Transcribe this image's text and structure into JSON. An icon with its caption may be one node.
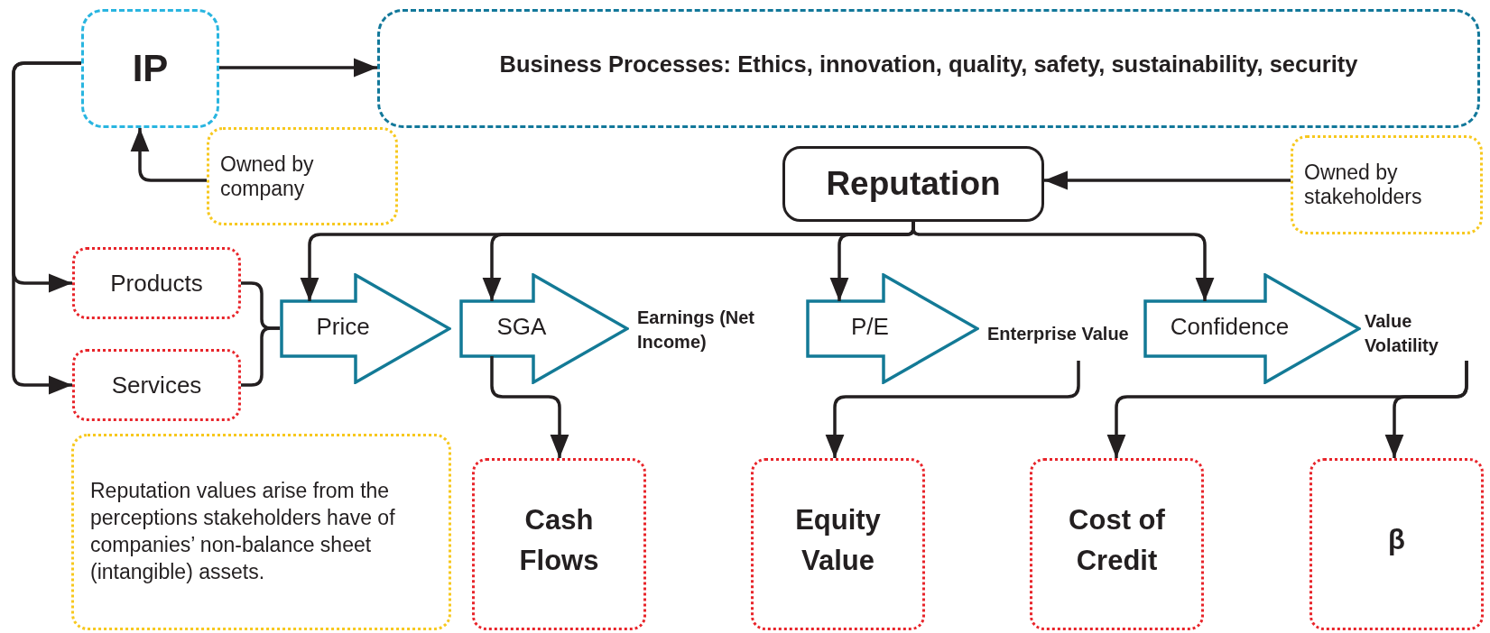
{
  "diagram": {
    "nodes": [
      {
        "text": [
          "IP"
        ]
      },
      {
        "text": [
          "Business Processes: Ethics, innovation, quality, safety, sustainability, security"
        ]
      },
      {
        "text": [
          "Owned by company"
        ]
      },
      {
        "text": [
          "Reputation"
        ]
      },
      {
        "text": [
          "Owned by stakeholders"
        ]
      },
      {
        "text": [
          "Products"
        ]
      },
      {
        "text": [
          "Services"
        ]
      },
      {
        "text": [
          "Price"
        ]
      },
      {
        "text": [
          "SGA"
        ],
        "beside": [
          "Earnings (Net Income)"
        ]
      },
      {
        "text": [
          "P/E"
        ]
      },
      {
        "text": [
          "Enterprise Value"
        ]
      },
      {
        "text": [
          "Confidence"
        ]
      },
      {
        "text": [
          "Value Volatility"
        ]
      },
      {
        "text": [
          "Reputation values arise from the perceptions stakeholders have of companies’ non-balance sheet (intangible) assets."
        ]
      },
      {
        "text": [
          "Cash Flows"
        ]
      },
      {
        "text": [
          "Equity Value"
        ]
      },
      {
        "text": [
          "Cost of Credit"
        ]
      },
      {
        "text": [
          "β"
        ]
      }
    ],
    "edges": [
      {
        "from": 0,
        "to": 1,
        "arrow": "to"
      },
      {
        "from": 2,
        "to": 0,
        "arrow": "to"
      },
      {
        "from": 4,
        "to": 3,
        "arrow": "to"
      },
      {
        "from": 0,
        "to": 5,
        "arrow": "to"
      },
      {
        "from": 0,
        "to": 6,
        "arrow": "to"
      },
      {
        "from": 5,
        "to": 7,
        "arrow": "none"
      },
      {
        "from": 6,
        "to": 7,
        "arrow": "none"
      },
      {
        "from": 3,
        "to": 7,
        "arrow": "to"
      },
      {
        "from": 3,
        "to": 8,
        "arrow": "to"
      },
      {
        "from": 3,
        "to": 9,
        "arrow": "to"
      },
      {
        "from": 3,
        "to": 11,
        "arrow": "to"
      },
      {
        "from": 8,
        "to": 14,
        "arrow": "to"
      },
      {
        "from": 10,
        "to": 15,
        "arrow": "to"
      },
      {
        "from": 12,
        "to": 16,
        "arrow": "to"
      },
      {
        "from": 12,
        "to": 17,
        "arrow": "to"
      }
    ]
  }
}
